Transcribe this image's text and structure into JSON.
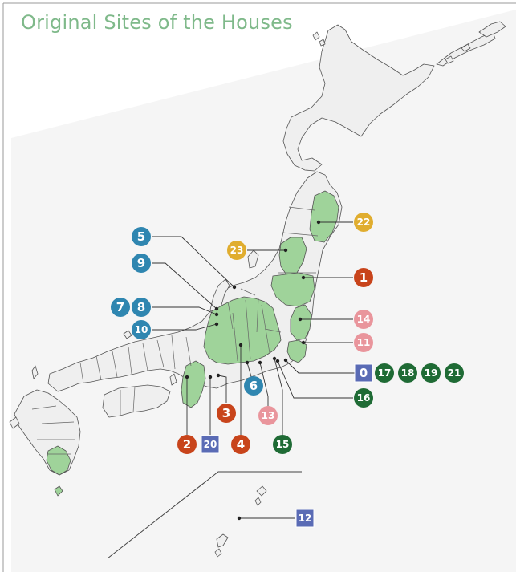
{
  "title": "Original Sites of the Houses",
  "colors": {
    "highlight": "#9fd39a",
    "land": "#efefef",
    "border": "#555555",
    "red": "#c8441b",
    "blue": "#2f86b0",
    "pink": "#e9959c",
    "gold": "#e0ad2f",
    "dark_green": "#1f6b35",
    "navy": "#5a6bb5"
  },
  "markers": [
    {
      "id": "m1",
      "label": "1",
      "color": "red",
      "shape": "circle"
    },
    {
      "id": "m2",
      "label": "2",
      "color": "red",
      "shape": "circle"
    },
    {
      "id": "m3",
      "label": "3",
      "color": "red",
      "shape": "circle"
    },
    {
      "id": "m4",
      "label": "4",
      "color": "red",
      "shape": "circle"
    },
    {
      "id": "m5",
      "label": "5",
      "color": "blue",
      "shape": "circle"
    },
    {
      "id": "m6",
      "label": "6",
      "color": "blue",
      "shape": "circle"
    },
    {
      "id": "m7",
      "label": "7",
      "color": "blue",
      "shape": "circle"
    },
    {
      "id": "m8",
      "label": "8",
      "color": "blue",
      "shape": "circle"
    },
    {
      "id": "m9",
      "label": "9",
      "color": "blue",
      "shape": "circle"
    },
    {
      "id": "m10",
      "label": "10",
      "color": "blue",
      "shape": "circle"
    },
    {
      "id": "m11",
      "label": "11",
      "color": "pink",
      "shape": "circle"
    },
    {
      "id": "m13",
      "label": "13",
      "color": "pink",
      "shape": "circle"
    },
    {
      "id": "m14",
      "label": "14",
      "color": "pink",
      "shape": "circle"
    },
    {
      "id": "m15",
      "label": "15",
      "color": "dark_green",
      "shape": "circle"
    },
    {
      "id": "m16",
      "label": "16",
      "color": "dark_green",
      "shape": "circle"
    },
    {
      "id": "m17",
      "label": "17",
      "color": "dark_green",
      "shape": "circle"
    },
    {
      "id": "m18",
      "label": "18",
      "color": "dark_green",
      "shape": "circle"
    },
    {
      "id": "m19",
      "label": "19",
      "color": "dark_green",
      "shape": "circle"
    },
    {
      "id": "m21",
      "label": "21",
      "color": "dark_green",
      "shape": "circle"
    },
    {
      "id": "m22",
      "label": "22",
      "color": "gold",
      "shape": "circle"
    },
    {
      "id": "m23",
      "label": "23",
      "color": "gold",
      "shape": "circle"
    },
    {
      "id": "m0",
      "label": "0",
      "color": "navy",
      "shape": "square"
    },
    {
      "id": "m12",
      "label": "12",
      "color": "navy",
      "shape": "square"
    },
    {
      "id": "m20",
      "label": "20",
      "color": "navy",
      "shape": "square"
    }
  ]
}
